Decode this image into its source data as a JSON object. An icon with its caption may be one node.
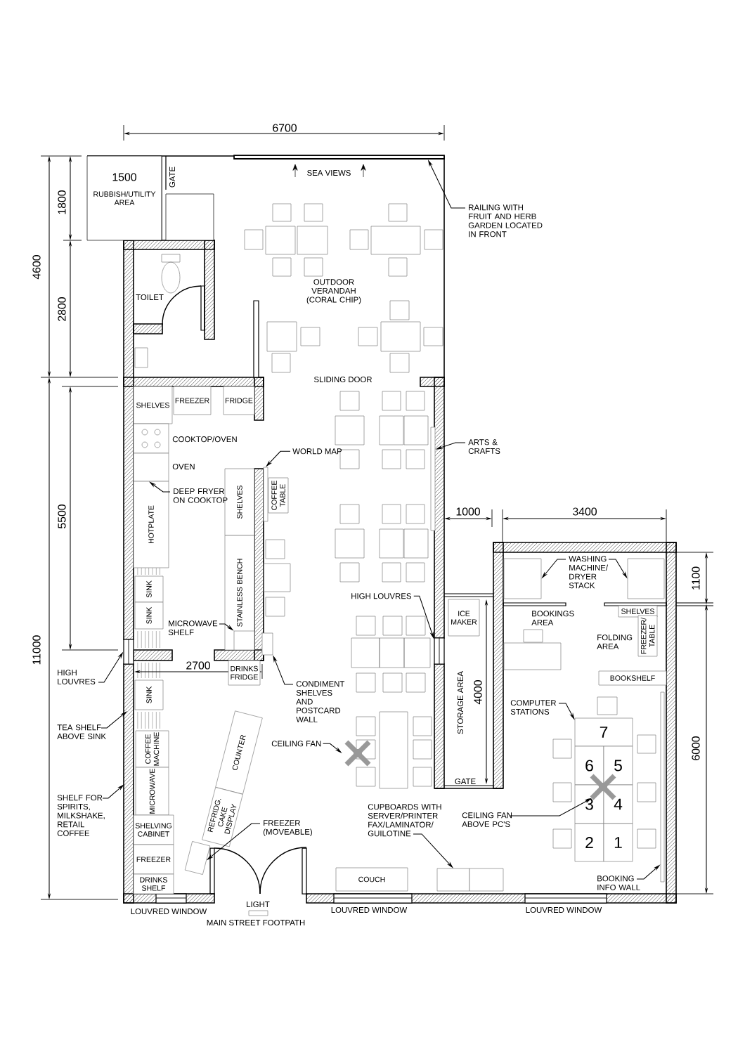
{
  "diagram": {
    "nodes": [
      {
        "text": [
          "RUBBISH/UTILITY AREA"
        ]
      },
      {
        "text": [],
        "shape": "box"
      },
      {
        "text": [
          "SHELVES"
        ]
      },
      {
        "text": [
          "FREEZER"
        ]
      },
      {
        "text": [
          "FRIDGE"
        ]
      },
      {
        "text": [],
        "shape": "box",
        "beside": [
          "COOKTOP/OVEN"
        ]
      },
      {
        "text": [],
        "shape": "box",
        "beside": [
          "OVEN"
        ]
      },
      {
        "text": [
          "HOTPLATE"
        ]
      },
      {
        "text": [
          "SINK"
        ]
      },
      {
        "text": [
          "SINK"
        ]
      },
      {
        "text": [
          "SINK"
        ]
      },
      {
        "text": [
          "COFFEE MACHINE"
        ]
      },
      {
        "text": [
          "MICROWAVE"
        ]
      },
      {
        "text": [
          "SHELVING CABINET"
        ]
      },
      {
        "text": [
          "FREEZER"
        ]
      },
      {
        "text": [
          "DRINKS SHELF"
        ]
      },
      {
        "text": [
          "SHELVES"
        ]
      },
      {
        "text": [
          "STAINLESS BENCH"
        ]
      },
      {
        "text": [],
        "shape": "box",
        "in": 17
      },
      {
        "text": [],
        "shape": "bar"
      },
      {
        "text": [
          "COFFEE TABLE"
        ]
      },
      {
        "text": [
          "DRINKS FRIDGE"
        ]
      },
      {
        "text": [],
        "shape": "box"
      },
      {
        "text": [
          "COUNTER"
        ]
      },
      {
        "text": [
          "REFRIDG. CAKE DISPLAY"
        ]
      },
      {
        "text": [],
        "shape": "box"
      },
      {
        "text": [
          "COUCH"
        ]
      },
      {
        "text": [],
        "shape": "box"
      },
      {
        "text": [],
        "shape": "box"
      },
      {
        "text": [
          "ICE MAKER"
        ]
      },
      {
        "text": [],
        "shape": "box"
      },
      {
        "text": [],
        "shape": "box"
      },
      {
        "text": [],
        "shape": "box"
      },
      {
        "text": [],
        "shape": "box"
      },
      {
        "text": [
          "SHELVES"
        ]
      },
      {
        "text": [
          "FREEZER/ TABLE"
        ]
      },
      {
        "text": [
          "BOOKSHELF"
        ]
      },
      {
        "text": [],
        "shape": "bar"
      },
      {
        "text": [
          "7"
        ]
      },
      {
        "text": [
          "6"
        ]
      },
      {
        "text": [
          "5"
        ]
      },
      {
        "text": [
          "3"
        ]
      },
      {
        "text": [
          "4"
        ]
      },
      {
        "text": [
          "2"
        ]
      },
      {
        "text": [
          "1"
        ]
      },
      {
        "text": [],
        "shape": "fan"
      },
      {
        "text": [],
        "shape": "fan"
      },
      {
        "text": [],
        "shape": "bar"
      },
      {
        "text": [],
        "shape": "bar"
      },
      {
        "text": [],
        "shape": "window"
      },
      {
        "text": [],
        "shape": "window"
      },
      {
        "text": [
          "RAILING WITH FRUIT AND HERB GARDEN LOCATED IN FRONT"
        ]
      },
      {
        "text": [
          "WORLD MAP"
        ]
      },
      {
        "text": [
          "ARTS & CRAFTS"
        ]
      },
      {
        "text": [
          "DEEP FRYER ON COOKTOP"
        ]
      },
      {
        "text": [
          "MICROWAVE SHELF"
        ]
      },
      {
        "text": [
          "HIGH LOUVRES"
        ]
      },
      {
        "text": [
          "CONDIMENT SHELVES AND POSTCARD WALL"
        ]
      },
      {
        "text": [
          "HIGH LOUVRES"
        ]
      },
      {
        "text": [
          "WASHING MACHINE/ DRYER STACK"
        ]
      },
      {
        "text": [
          "COMPUTER STATIONS"
        ]
      },
      {
        "text": [
          "TEA SHELF ABOVE SINK"
        ]
      },
      {
        "text": [
          "CEILING FAN"
        ]
      },
      {
        "text": [
          "SHELF FOR SPIRITS, MILKSHAKE, RETAIL COFFEE"
        ]
      },
      {
        "text": [
          "FREEZER (MOVEABLE)"
        ]
      },
      {
        "text": [
          "CUPBOARDS WITH SERVER/PRINTER FAX/LAMINATOR/ GUILOTINE"
        ]
      },
      {
        "text": [
          "CEILING FAN ABOVE PC'S"
        ]
      },
      {
        "text": [
          "BOOKING INFO WALL"
        ]
      }
    ],
    "edges": [
      {
        "from": 51,
        "to": 47,
        "arrow": "to"
      },
      {
        "from": 52,
        "to": 19,
        "arrow": "to"
      },
      {
        "from": 53,
        "to": 48,
        "arrow": "to"
      },
      {
        "from": 54,
        "to": 6,
        "arrow": "to"
      },
      {
        "from": 55,
        "to": 18,
        "arrow": "to"
      },
      {
        "from": 56,
        "to": 49,
        "arrow": "to"
      },
      {
        "from": 57,
        "to": 22,
        "arrow": "to"
      },
      {
        "from": 58,
        "to": 50,
        "arrow": "to"
      },
      {
        "from": 59,
        "to": 30,
        "arrow": "to"
      },
      {
        "from": 59,
        "to": 31,
        "arrow": "to"
      },
      {
        "from": 60,
        "to": 38,
        "arrow": "to"
      },
      {
        "from": 61,
        "to": null,
        "arrow": "to"
      },
      {
        "from": 62,
        "to": 45,
        "arrow": "to"
      },
      {
        "from": 63,
        "to": null,
        "arrow": "to"
      },
      {
        "from": 64,
        "to": 25,
        "arrow": "to"
      },
      {
        "from": 65,
        "to": 27,
        "arrow": "to"
      },
      {
        "from": 66,
        "to": 46,
        "arrow": "to"
      },
      {
        "from": 67,
        "to": 37,
        "arrow": "to"
      }
    ],
    "labels": [
      "6700",
      "1500",
      "GATE",
      "SEA VIEWS",
      "1800",
      "4600",
      "TOILET",
      "2800",
      "OUTDOOR VERANDAH (CORAL CHIP)",
      "SLIDING DOOR",
      "11000",
      "5500",
      "1000",
      "3400",
      "1100",
      "BOOKINGS AREA",
      "FOLDING AREA",
      "2700",
      "STORAGE AREA",
      "4000",
      "6000",
      "GATE",
      "LIGHT",
      "LOUVRED WINDOW",
      "LOUVRED WINDOW",
      "LOUVRED WINDOW",
      "MAIN STREET FOOTPATH"
    ]
  }
}
